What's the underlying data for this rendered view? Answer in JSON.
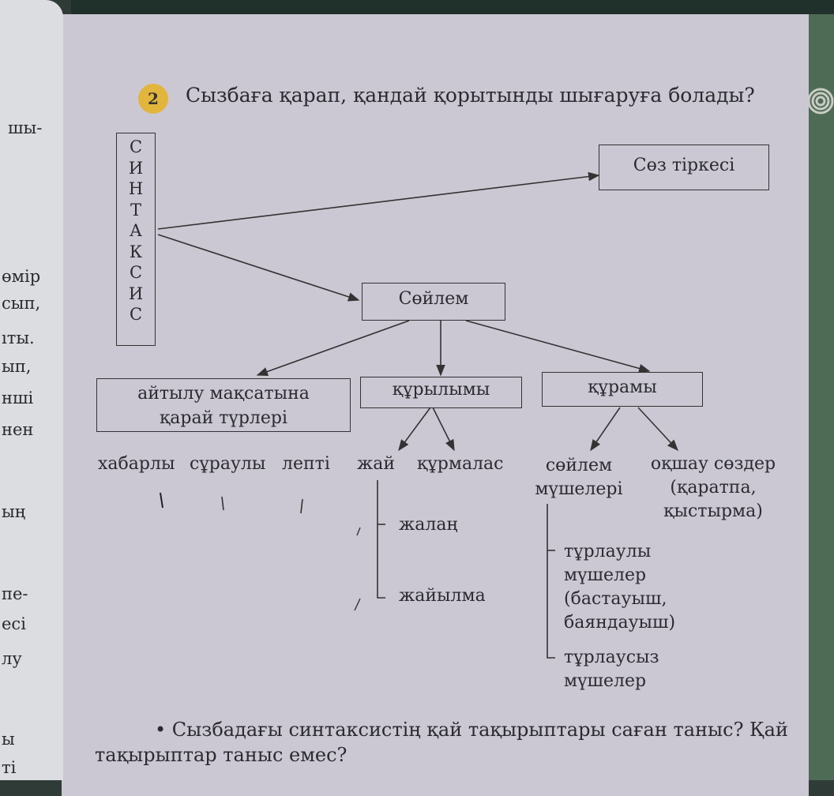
{
  "exercise": {
    "number": "2",
    "question": "Сызбаға қарап, қандай қорытынды шығаруға болады?"
  },
  "diagram": {
    "syntax_letters": [
      "С",
      "И",
      "Н",
      "Т",
      "А",
      "К",
      "С",
      "И",
      "С"
    ],
    "soz_tirkesi": "Сөз тіркесі",
    "soilem": "Сөйлем",
    "aitylu_line1": "айтылу мақсатына",
    "aitylu_line2": "қарай түрлері",
    "qurylymy": "құрылымы",
    "quramy": "құрамы",
    "habarly": "хабарлы",
    "suraulu": "сұраулы",
    "lepti": "лепті",
    "zhai": "жай",
    "kurmalas": "құрмалас",
    "soilem_mush_1": "сөйлем",
    "soilem_mush_2": "мүшелері",
    "okshau_1": "оқшау сөздер",
    "okshau_2": "(қаратпа,",
    "okshau_3": "қыстырма)",
    "zhalang": "жалаң",
    "zhaiylma": "жайылма",
    "turlauly_1": "тұрлаулы",
    "turlauly_2": "мүшелер",
    "turlauly_3": "(бастауыш,",
    "turlauly_4": "баяндауыш)",
    "turlausyz_1": "тұрлаусыз",
    "turlausyz_2": "мүшелер"
  },
  "bottom": {
    "line1": "• Сызбадағы синтаксистің қай тақырыптары саған таныс? Қай",
    "line2": "тақырыптар таныс емес?"
  },
  "left_fragments": [
    "шы-",
    "өмір",
    "сып,",
    "ıты.",
    "ып,",
    "нші",
    "нен",
    "ың",
    "пе-",
    "есі",
    "лу",
    "ы",
    "ті"
  ]
}
